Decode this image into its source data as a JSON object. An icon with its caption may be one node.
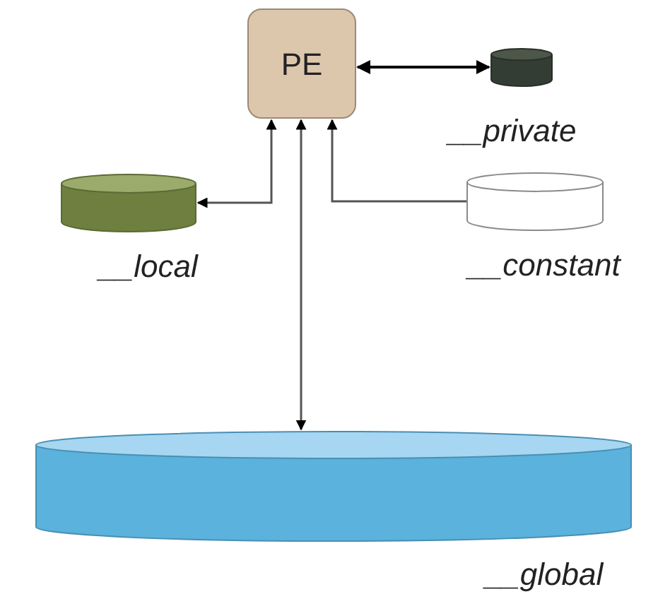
{
  "diagram": {
    "nodes": [
      {
        "text": [
          "PE"
        ]
      },
      {
        "text": [],
        "shape": "cylinder",
        "beside": [
          "__private"
        ]
      },
      {
        "text": [],
        "shape": "cylinder",
        "beside": [
          "__local"
        ]
      },
      {
        "text": [],
        "shape": "cylinder",
        "beside": [
          "__constant"
        ]
      },
      {
        "text": [],
        "shape": "cylinder",
        "beside": [
          "__global"
        ]
      }
    ],
    "edges": [
      {
        "from": 0,
        "to": 1,
        "arrow": "both"
      },
      {
        "from": 0,
        "to": 2,
        "arrow": "both"
      },
      {
        "from": 3,
        "to": 0,
        "arrow": "to"
      },
      {
        "from": 0,
        "to": 4,
        "arrow": "both"
      }
    ]
  }
}
